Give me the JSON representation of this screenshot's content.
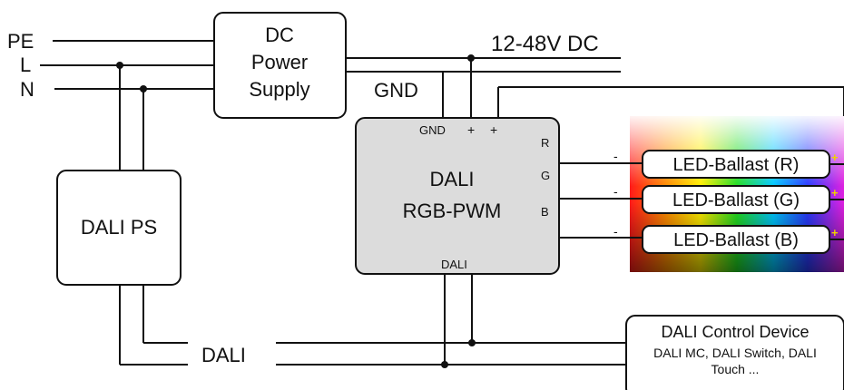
{
  "mains": {
    "pe": "PE",
    "l": "L",
    "n": "N"
  },
  "power_supply": {
    "line1": "DC",
    "line2": "Power",
    "line3": "Supply"
  },
  "dc_voltage_label": "12-48V DC",
  "gnd_wire_label": "GND",
  "dali_ps_label": "DALI PS",
  "module": {
    "title_line1": "DALI",
    "title_line2": "RGB-PWM",
    "pin_gnd": "GND",
    "pin_plus_1": "+",
    "pin_plus_2": "+",
    "pin_r": "R",
    "pin_g": "G",
    "pin_b": "B",
    "pin_dali": "DALI"
  },
  "ballasts": [
    {
      "label": "LED-Ballast (R)",
      "minus": "-",
      "plus": "+"
    },
    {
      "label": "LED-Ballast (G)",
      "minus": "-",
      "plus": "+"
    },
    {
      "label": "LED-Ballast (B)",
      "minus": "-",
      "plus": "+"
    }
  ],
  "dali_bus_label": "DALI",
  "control_device": {
    "title": "DALI Control Device",
    "line2": "DALI MC, DALI Switch, DALI",
    "line3": "Touch ..."
  },
  "colors": {
    "wire": "#111111",
    "module_fill": "#dcdcdc",
    "plus_marker": "#f0d000"
  }
}
